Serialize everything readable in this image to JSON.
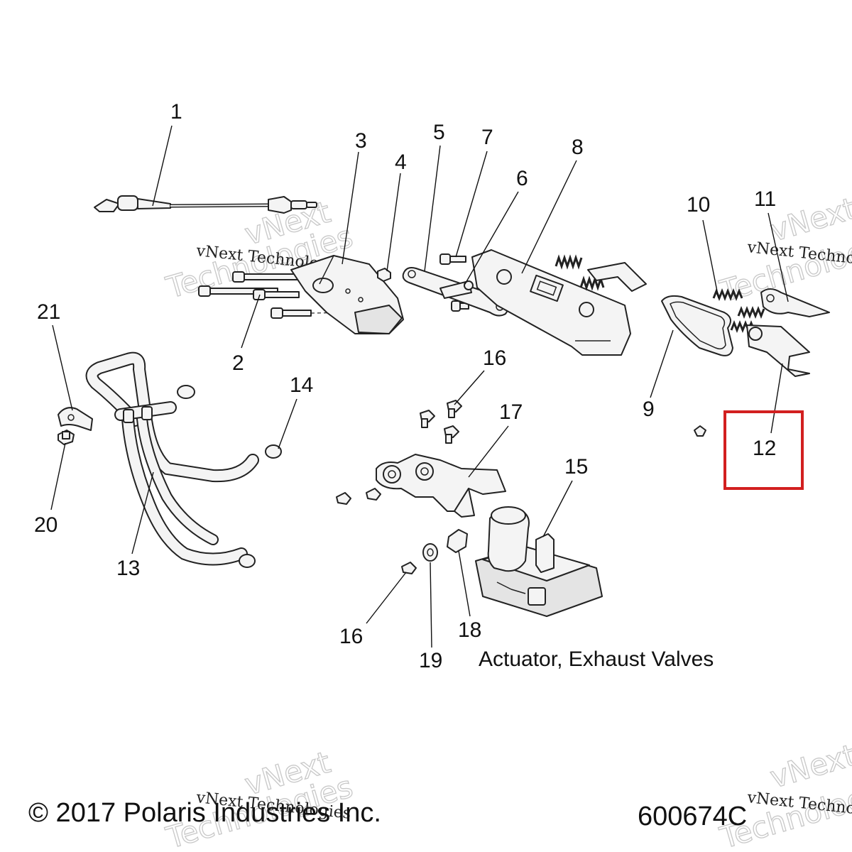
{
  "callouts": [
    "1",
    "2",
    "3",
    "4",
    "5",
    "6",
    "7",
    "8",
    "9",
    "10",
    "11",
    "12",
    "13",
    "14",
    "15",
    "16",
    "17",
    "18",
    "19",
    "20",
    "21"
  ],
  "caption": "Actuator, Exhaust Valves",
  "copyright": "© 2017 Polaris Industries Inc.",
  "diagram_id": "600674C",
  "watermark": {
    "line1": "vNext Technologies",
    "line2": "vNext",
    "line3": "Technologies"
  },
  "highlight": {
    "callout": "12",
    "color": "#d21f1f"
  },
  "icons": [
    "cable-part",
    "bolt-part",
    "housing-part",
    "link-part",
    "plate-part",
    "gasket-part",
    "spring-part",
    "lever-part",
    "hose-part",
    "clamp-part",
    "bracket-part",
    "actuator-part",
    "grommet-part",
    "bushing-part"
  ]
}
